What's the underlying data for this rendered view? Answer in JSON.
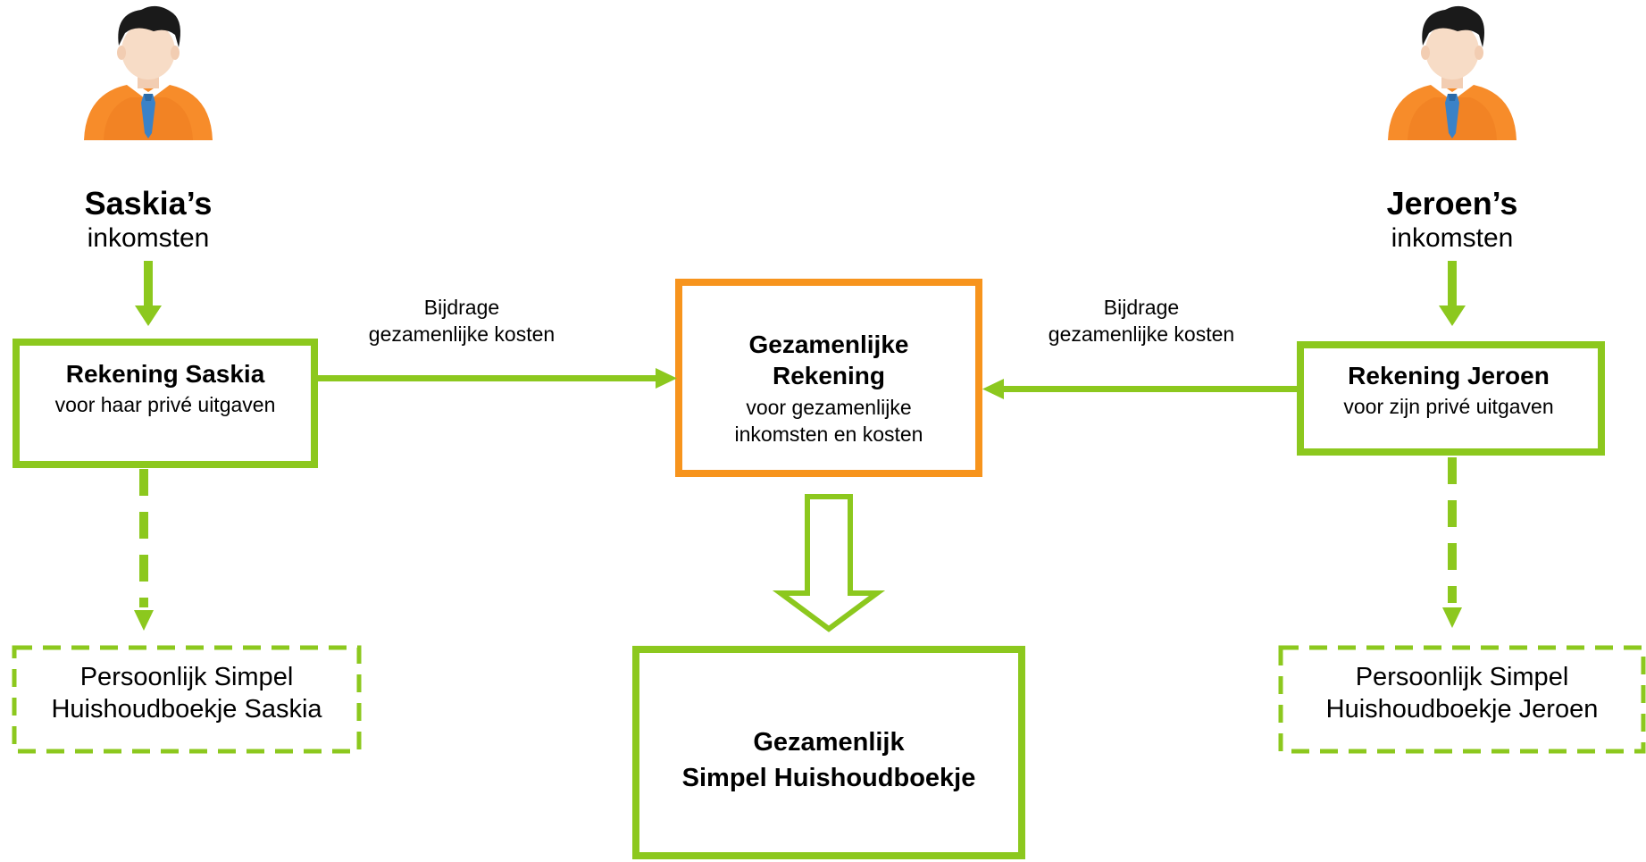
{
  "people": {
    "left": {
      "name": "Saskia’s",
      "subtitle": "inkomsten",
      "icon": "person-avatar-icon"
    },
    "right": {
      "name": "Jeroen’s",
      "subtitle": "inkomsten",
      "icon": "person-avatar-icon"
    }
  },
  "accounts": {
    "saskia": {
      "title": "Rekening Saskia",
      "subtitle": "voor haar privé uitgaven"
    },
    "jeroen": {
      "title": "Rekening Jeroen",
      "subtitle": "voor zijn privé uitgaven"
    },
    "shared": {
      "title_line1": "Gezamenlijke",
      "title_line2": "Rekening",
      "subtitle_line1": "voor gezamenlijke",
      "subtitle_line2": "inkomsten en kosten"
    }
  },
  "flows": {
    "left": {
      "line1": "Bijdrage",
      "line2": "gezamenlijke kosten"
    },
    "right": {
      "line1": "Bijdrage",
      "line2": "gezamenlijke kosten"
    }
  },
  "books": {
    "saskia": {
      "line1": "Persoonlijk Simpel",
      "line2": "Huishoudboekje Saskia"
    },
    "jeroen": {
      "line1": "Persoonlijk Simpel",
      "line2": "Huishoudboekje Jeroen"
    },
    "shared": {
      "line1": "Gezamenlijk",
      "line2": "Simpel Huishoudboekje"
    }
  },
  "colors": {
    "green": "#8cc81e",
    "orange": "#f7941d",
    "skin": "#f7dcc6",
    "hair": "#1a1a1a",
    "shirt": "#f78c2a",
    "tie": "#3a82c8"
  }
}
